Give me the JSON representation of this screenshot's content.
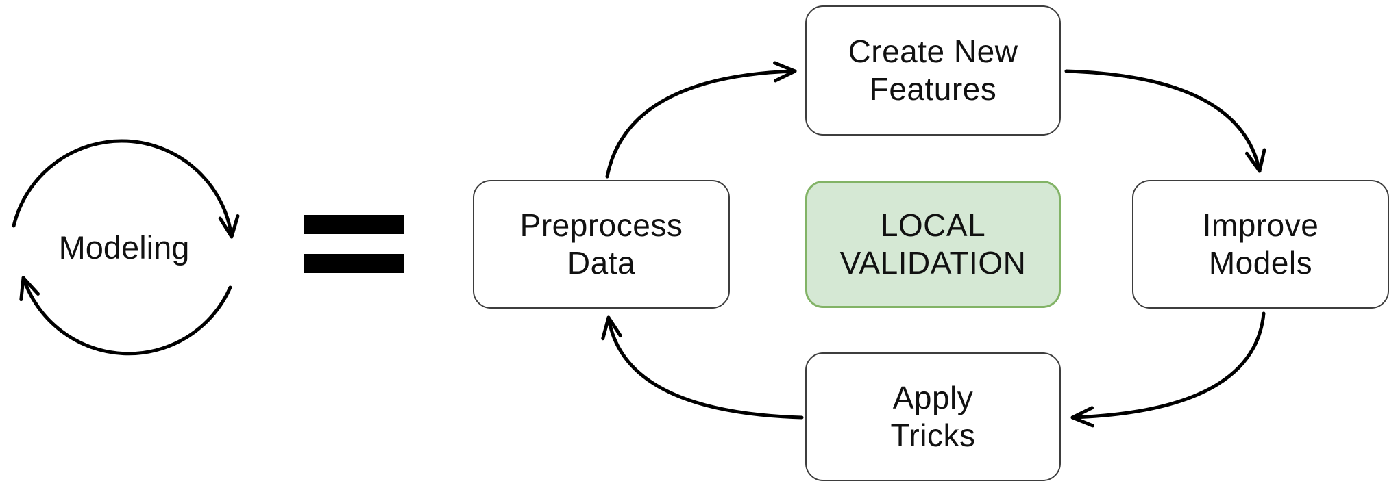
{
  "diagram": {
    "modeling_label": "Modeling",
    "equals_symbol": "=",
    "nodes": [
      {
        "id": "preprocess-data",
        "label": "Preprocess\nData",
        "fill": "#ffffff",
        "border": "#3d3d3d"
      },
      {
        "id": "create-new-features",
        "label": "Create New\nFeatures",
        "fill": "#ffffff",
        "border": "#3d3d3d"
      },
      {
        "id": "local-validation",
        "label": "LOCAL\nVALIDATION",
        "fill": "#d5e8d4",
        "border": "#82b366"
      },
      {
        "id": "improve-models",
        "label": "Improve\nModels",
        "fill": "#ffffff",
        "border": "#3d3d3d"
      },
      {
        "id": "apply-tricks",
        "label": "Apply\nTricks",
        "fill": "#ffffff",
        "border": "#3d3d3d"
      }
    ],
    "edges": [
      {
        "from": "Preprocess Data",
        "to": "Create New Features"
      },
      {
        "from": "Create New Features",
        "to": "Improve Models"
      },
      {
        "from": "Improve Models",
        "to": "Apply Tricks"
      },
      {
        "from": "Apply Tricks",
        "to": "Preprocess Data"
      },
      {
        "from": "Modeling",
        "to": "Modeling",
        "note": "circular cycle arrows"
      }
    ],
    "colors": {
      "arrow": "#000000",
      "box_border": "#3d3d3d",
      "validation_fill": "#d5e8d4",
      "validation_border": "#82b366",
      "text": "#111111"
    }
  }
}
